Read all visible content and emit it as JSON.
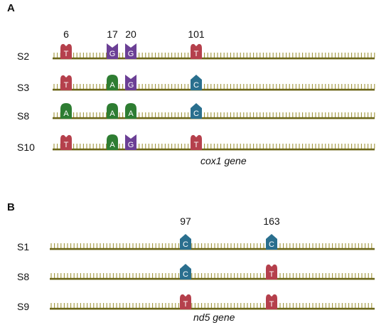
{
  "panels": [
    {
      "letter": "A",
      "gene_label": "cox1 gene",
      "positions": [
        {
          "label": "6"
        },
        {
          "label": "17"
        },
        {
          "label": "20"
        },
        {
          "label": "101"
        }
      ],
      "rows": [
        {
          "label": "S2",
          "bases": [
            "T",
            "G",
            "G",
            "T"
          ]
        },
        {
          "label": "S3",
          "bases": [
            "T",
            "A",
            "G",
            "C"
          ]
        },
        {
          "label": "S8",
          "bases": [
            "A",
            "A",
            "A",
            "C"
          ]
        },
        {
          "label": "S10",
          "bases": [
            "T",
            "A",
            "G",
            "T"
          ]
        }
      ]
    },
    {
      "letter": "B",
      "gene_label": "nd5 gene",
      "positions": [
        {
          "label": "97"
        },
        {
          "label": "163"
        }
      ],
      "rows": [
        {
          "label": "S1",
          "bases": [
            "C",
            "C"
          ]
        },
        {
          "label": "S8",
          "bases": [
            "C",
            "T"
          ]
        },
        {
          "label": "S9",
          "bases": [
            "T",
            "T"
          ]
        }
      ]
    }
  ],
  "base_colors": {
    "T": "#b5404c",
    "G": "#6b3f95",
    "A": "#2e7d32",
    "C": "#2a6f8e"
  },
  "backbone_color": "#6b6518",
  "tick_color": "#a0953a"
}
